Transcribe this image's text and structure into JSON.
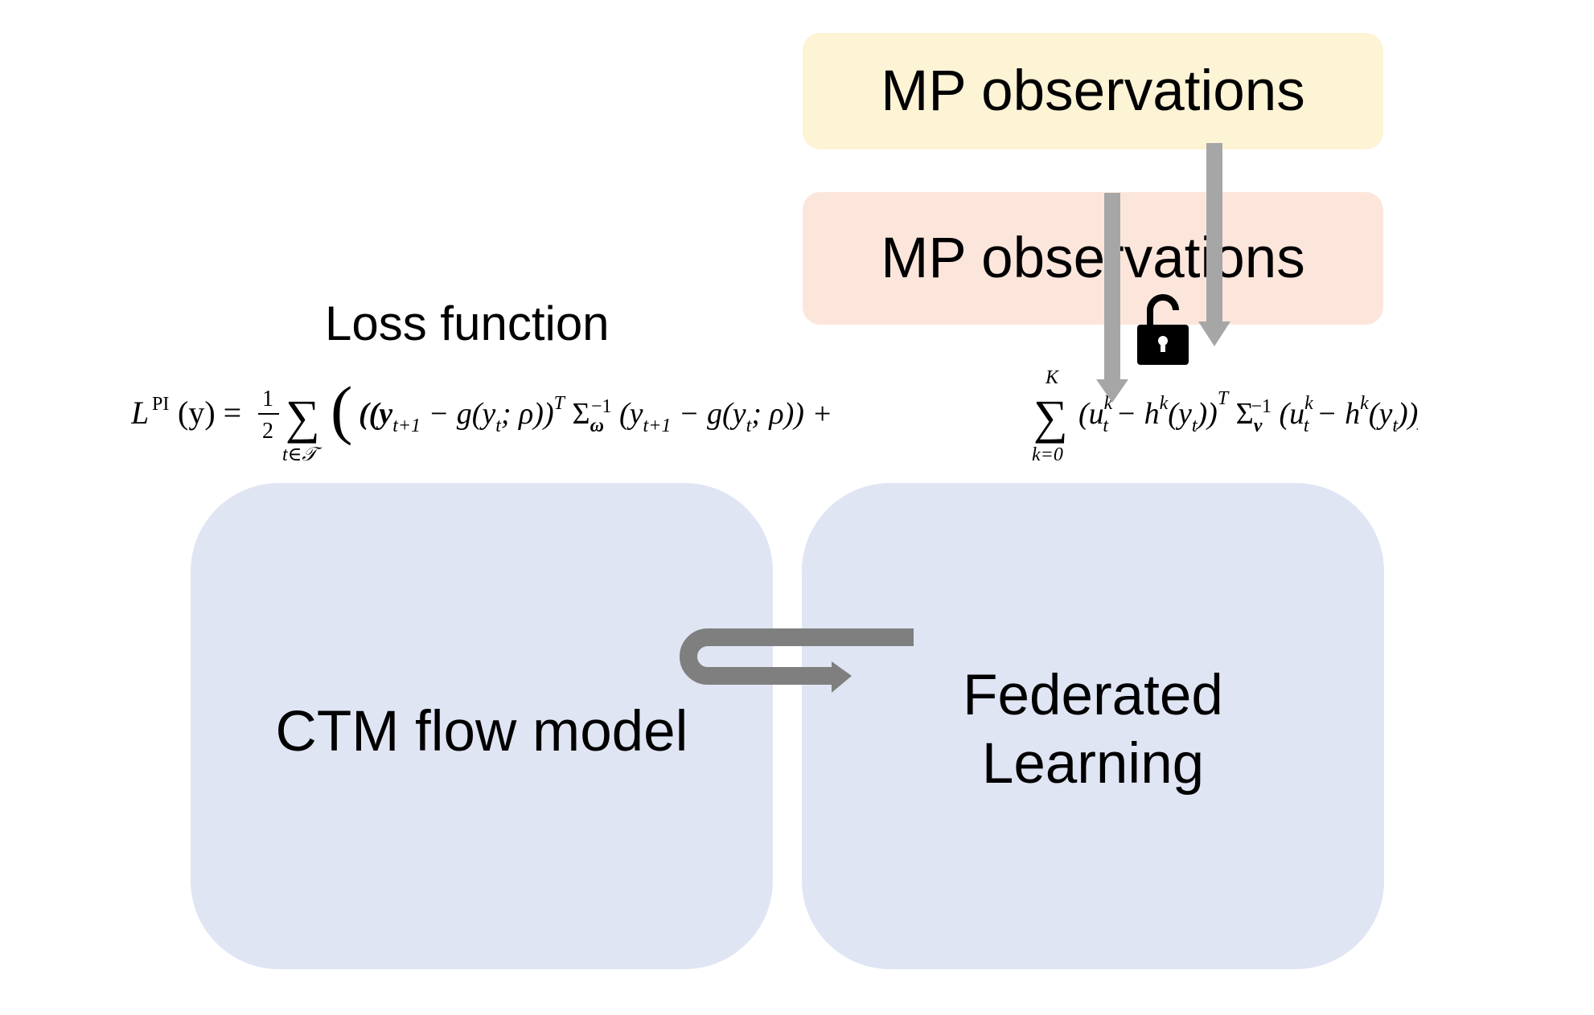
{
  "colors": {
    "obs_top_fill": "#fdf3d5",
    "obs_bottom_fill": "#fce6dc",
    "card_fill": "#dfe5f3",
    "arrow_gray": "#a6a6a6",
    "loop_arrow_gray": "#7f7f7f",
    "lock": "#000000"
  },
  "obs_top": {
    "label": "MP observations"
  },
  "obs_bottom": {
    "label": "MP observations"
  },
  "loss": {
    "label": "Loss function"
  },
  "cards": {
    "ctm": {
      "label": "CTM flow model"
    },
    "federated": {
      "line1": "Federated",
      "line2": "Learning"
    }
  },
  "formula": {
    "lhs_L": "L",
    "lhs_sup": "PI",
    "lhs_arg": "(y) =",
    "half_num": "1",
    "half_den": "2",
    "sum1_sym": "∑",
    "sum1_sub": "t∈𝒯",
    "term1": "((y",
    "term1_sub": "t+1",
    "term2": " − g(y",
    "term2_sub": "t",
    "term3": "; ρ))",
    "term3_sup": "T",
    "sigma_omega": " Σ",
    "sigma_omega_sub": "ω",
    "sigma_omega_sup": "−1",
    "term4": " (y",
    "term4_sub": "t+1",
    "term5": " − g(y",
    "term5_sub": "t",
    "term6": "; ρ)) +",
    "sum2_sym": "∑",
    "sum2_top": "K",
    "sum2_sub": "k=0",
    "term7": "(u",
    "term7_sup": "k",
    "term7_sub": "t",
    "term8": " − h",
    "term8_sup": "k",
    "term9": "(y",
    "term9_sub": "t",
    "term10": "))",
    "term10_sup": "T",
    "sigma_nu": " Σ",
    "sigma_nu_sub": "ν",
    "sigma_nu_sup": "−1",
    "term11": " (u",
    "term11_sup": "k",
    "term11_sub": "t",
    "term12": " − h",
    "term12_sup": "k",
    "term13": "(y",
    "term13_sub": "t",
    "term14": ")))"
  }
}
